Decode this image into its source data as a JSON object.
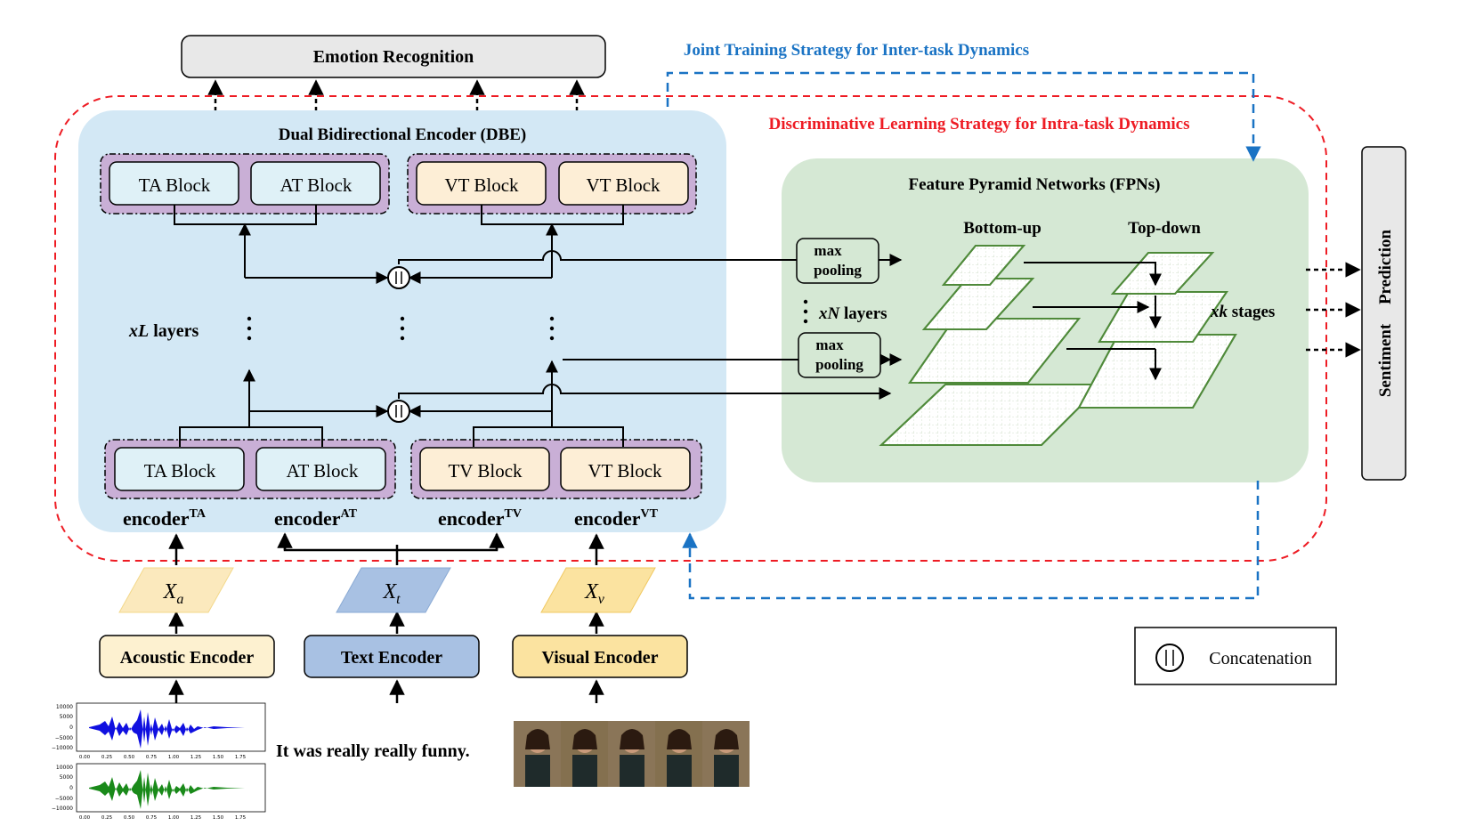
{
  "emotion_recognition": "Emotion Recognition",
  "joint_training": "Joint Training Strategy for Inter-task Dynamics",
  "discriminative": "Discriminative Learning Strategy for Intra-task Dynamics",
  "dbe": {
    "title": "Dual Bidirectional Encoder (DBE)",
    "top_blocks": [
      "TA Block",
      "AT Block",
      "VT Block",
      "VT Block"
    ],
    "bottom_blocks": [
      "TA Block",
      "AT Block",
      "TV Block",
      "VT Block"
    ],
    "layers_label_var": "xL",
    "layers_label_rest": " layers",
    "encoders": [
      {
        "base": "encoder",
        "sup": "TA"
      },
      {
        "base": "encoder",
        "sup": "AT"
      },
      {
        "base": "encoder",
        "sup": "TV"
      },
      {
        "base": "encoder",
        "sup": "VT"
      }
    ]
  },
  "fpn": {
    "title": "Feature Pyramid Networks (FPNs)",
    "bottom_up": "Bottom-up",
    "top_down": "Top-down",
    "pool_line1": "max",
    "pool_line2": "pooling",
    "n_layers_var": "xN",
    "n_layers_rest": " layers",
    "k_stages_var": "xk",
    "k_stages_rest": " stages"
  },
  "prediction_line1": "Prediction",
  "prediction_line2": "Sentiment",
  "inputs": [
    {
      "var": "X",
      "sub": "a",
      "color": "#fbe9bd"
    },
    {
      "var": "X",
      "sub": "t",
      "color": "#a8c1e3"
    },
    {
      "var": "X",
      "sub": "v",
      "color": "#fbe3a0"
    }
  ],
  "encoders": [
    "Acoustic Encoder",
    "Text Encoder",
    "Visual Encoder"
  ],
  "sample_text": "It was really really funny.",
  "legend": "Concatenation",
  "waveform": {
    "y_ticks": [
      "10000",
      "5000",
      "0",
      "−5000",
      "−10000"
    ],
    "x_ticks": [
      "0.00",
      "0.25",
      "0.50",
      "0.75",
      "1.00",
      "1.25",
      "1.50",
      "1.75"
    ],
    "colors": [
      "#1010e0",
      "#1a8a1a"
    ]
  },
  "colors": {
    "dbe_bg": "#d3e8f5",
    "fpn_bg": "#d5e8d4",
    "block_ta": "#dff1f7",
    "block_vt": "#fdeed6",
    "block_group": "#c9afd6",
    "red_dash": "#ee1c24",
    "blue_dash": "#1a73c4"
  }
}
